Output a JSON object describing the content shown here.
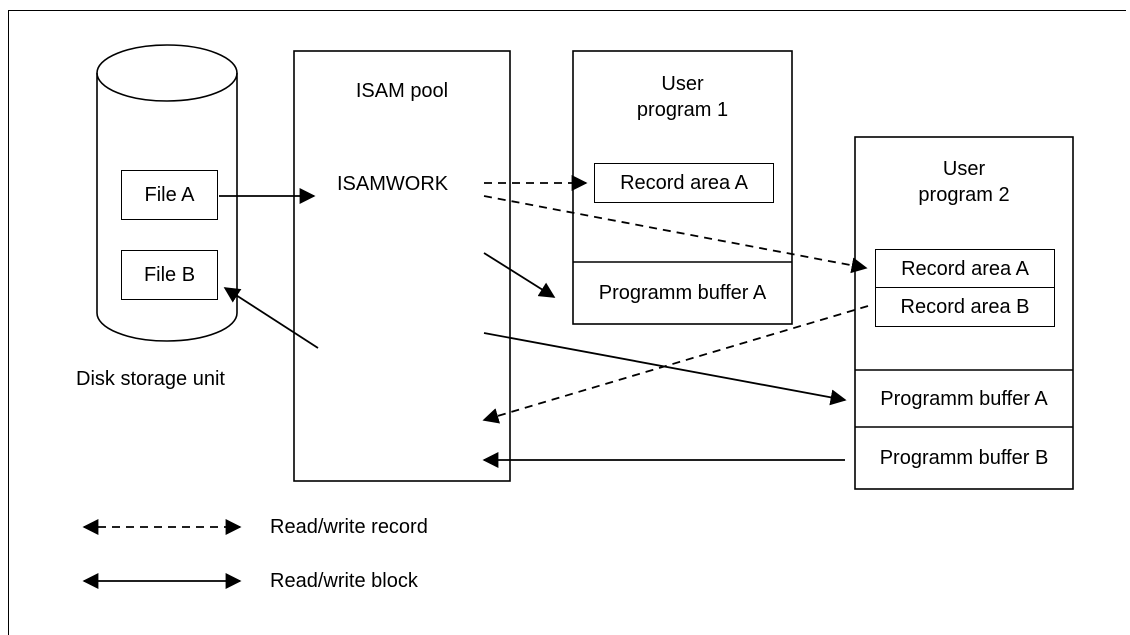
{
  "disk": {
    "label": "Disk storage unit",
    "file_a": "File A",
    "file_b": "File B"
  },
  "pool": {
    "title": "ISAM pool",
    "work": "ISAMWORK"
  },
  "program1": {
    "title_line1": "User",
    "title_line2": "program 1",
    "record_area_a": "Record area A",
    "buffer_a": "Programm buffer A"
  },
  "program2": {
    "title_line1": "User",
    "title_line2": "program 2",
    "record_area_a": "Record area A",
    "record_area_b": "Record area B",
    "buffer_a": "Programm buffer A",
    "buffer_b": "Programm buffer B"
  },
  "legend": {
    "record": "Read/write record",
    "block": "Read/write block"
  }
}
